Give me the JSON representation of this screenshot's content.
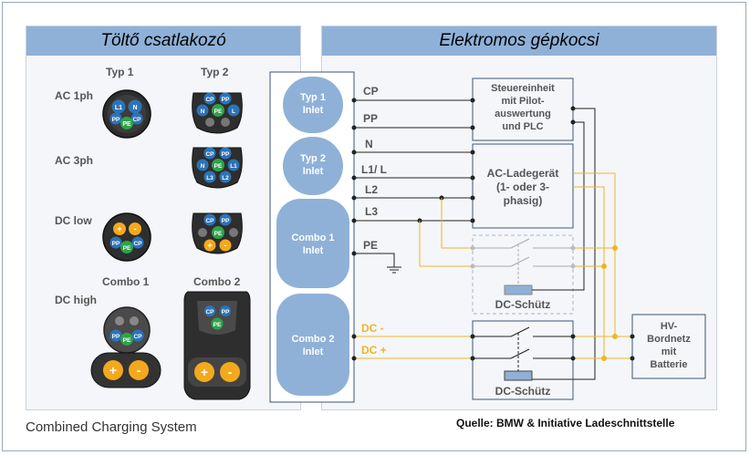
{
  "left_title": "Töltő csatlakozó",
  "right_title": "Elektromos gépkocsi",
  "col_typ1": "Typ 1",
  "col_typ2": "Typ 2",
  "row_ac1": "AC 1ph",
  "row_ac3": "AC 3ph",
  "row_dclow": "DC low",
  "row_dchigh": "DC high",
  "col_combo1": "Combo 1",
  "col_combo2": "Combo 2",
  "inlets": {
    "typ1": [
      "Typ 1",
      "Inlet"
    ],
    "typ2": [
      "Typ 2",
      "Inlet"
    ],
    "combo1": [
      "Combo 1",
      "Inlet"
    ],
    "combo2": [
      "Combo 2",
      "Inlet"
    ]
  },
  "signals": {
    "cp": "CP",
    "pp": "PP",
    "n": "N",
    "l1": "L1/ L",
    "l2": "L2",
    "l3": "L3",
    "pe": "PE",
    "dcm": "DC -",
    "dcp": "DC +"
  },
  "boxes": {
    "steuer": [
      "Steuereinheit",
      "mit  Pilot-",
      "auswertung",
      "und PLC"
    ],
    "lader": [
      "AC-Ladegerät",
      "(1- oder 3-",
      "phasig)"
    ],
    "dc1": "DC-Schütz",
    "dc2": "DC-Schütz",
    "hv": [
      "HV-",
      "Bordnetz",
      "mit",
      "Batterie"
    ]
  },
  "pins": {
    "t1_ac": [
      "L1",
      "N",
      "CP",
      "PP",
      "PE"
    ],
    "t2_ac1": [
      "CP",
      "PP",
      "N",
      "PE",
      "L"
    ],
    "t2_ac3": [
      "CP",
      "PP",
      "N",
      "PE",
      "L1",
      "L3",
      "L2"
    ],
    "t1_dc": [
      "+",
      "-",
      "PP",
      "PE",
      "CP"
    ],
    "t2_dc": [
      "CP",
      "PP",
      "PE",
      "+",
      "-"
    ],
    "c1": [
      "PP",
      "PE",
      "CP",
      "+",
      "-"
    ],
    "c2": [
      "CP",
      "PP",
      "PE",
      "+",
      "-"
    ]
  },
  "footer_left": "Combined Charging System",
  "footer_right": "Quelle: BMW & Initiative Ladeschnittstelle",
  "colors": {
    "header": "#8fb1d8",
    "inlet": "#8fb1d8",
    "pin_blue": "#2d73b8",
    "pin_green": "#2fa24a",
    "pin_orange": "#f4a91c",
    "dc_wire": "#f0b526"
  }
}
